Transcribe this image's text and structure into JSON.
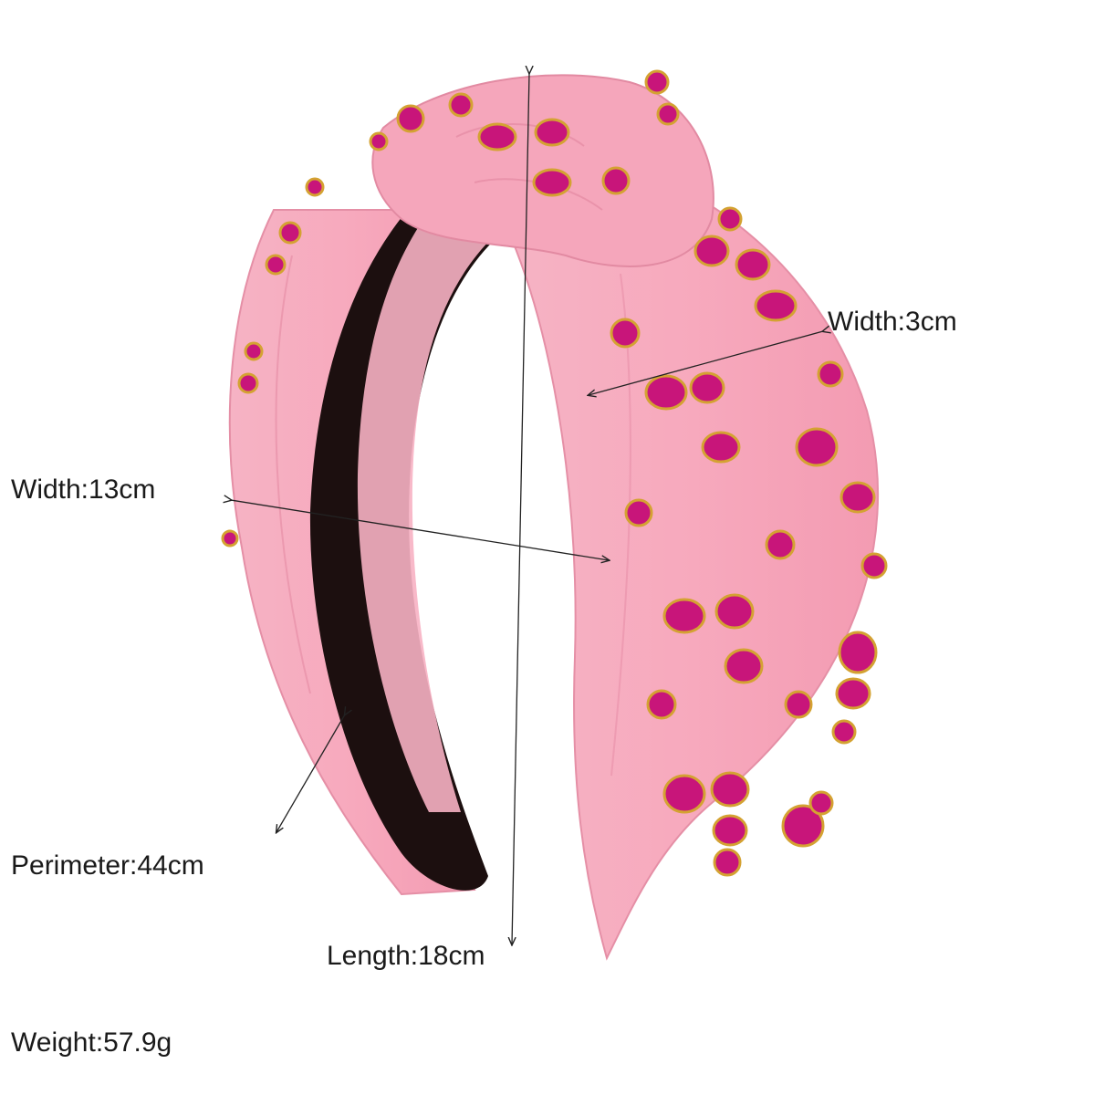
{
  "product": {
    "image_icon": "headband-photo-icon",
    "colors": {
      "fabric": "#f4a5b9",
      "fabric_shadow": "#e27f9a",
      "lining": "#1c0f0f",
      "gem": "#c8157a",
      "gold": "#d4a232"
    }
  },
  "dimensions": {
    "width_band": "Width:3cm",
    "width_overall": "Width:13cm",
    "perimeter": "Perimeter:44cm",
    "length": "Length:18cm",
    "weight": "Weight:57.9g"
  }
}
